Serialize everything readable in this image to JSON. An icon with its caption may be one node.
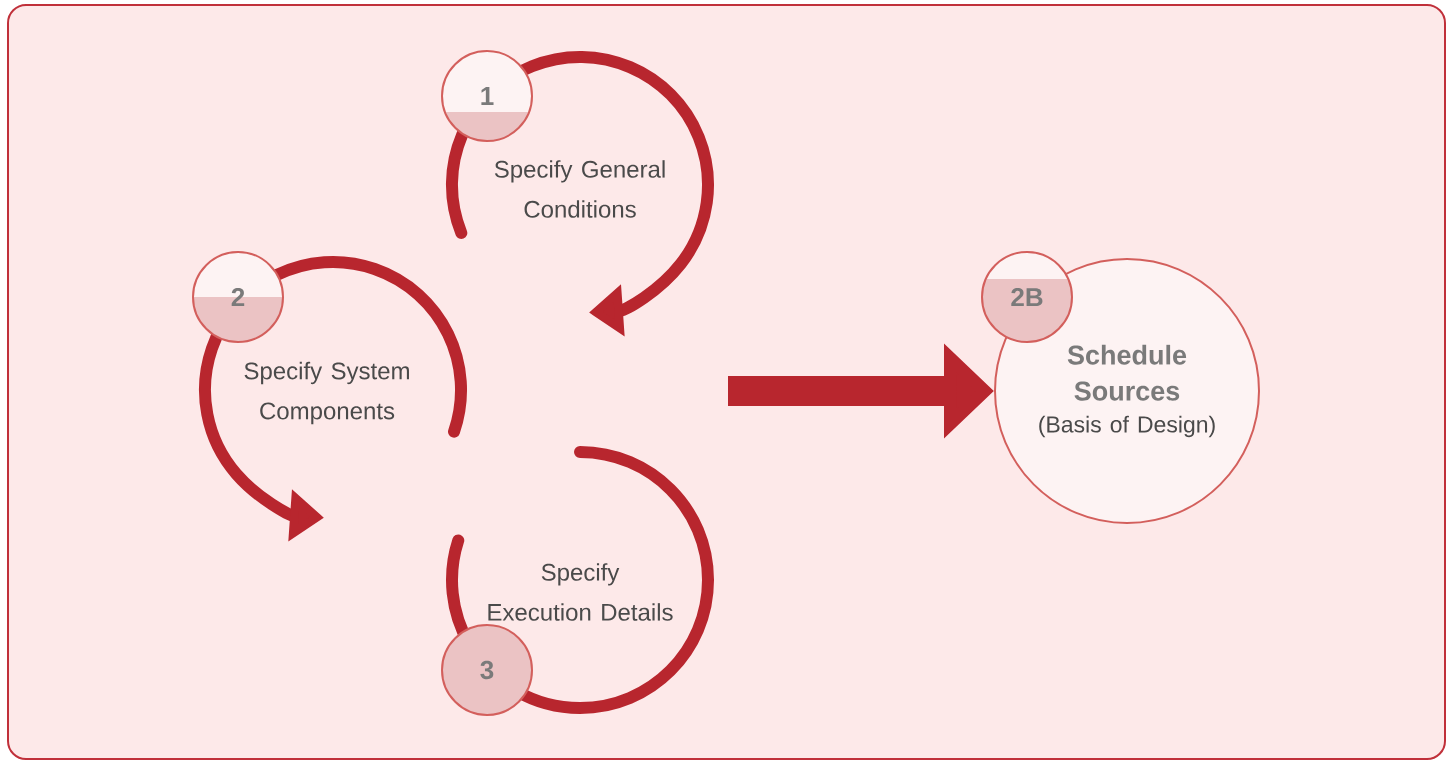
{
  "diagram": {
    "nodes": [
      {
        "text": [
          "1"
        ]
      },
      {
        "text": [
          "Specify General Conditions"
        ]
      },
      {
        "text": [
          "2"
        ]
      },
      {
        "text": [
          "Specify System Components"
        ]
      },
      {
        "text": [
          "3"
        ]
      },
      {
        "text": [
          "Specify Execution Details"
        ]
      },
      {
        "text": [
          "Schedule Sources",
          "(Basis of Design)"
        ]
      },
      {
        "text": [
          "2B"
        ]
      }
    ],
    "edges": [
      {
        "from": null,
        "to": 6,
        "arrow": "to"
      }
    ]
  }
}
